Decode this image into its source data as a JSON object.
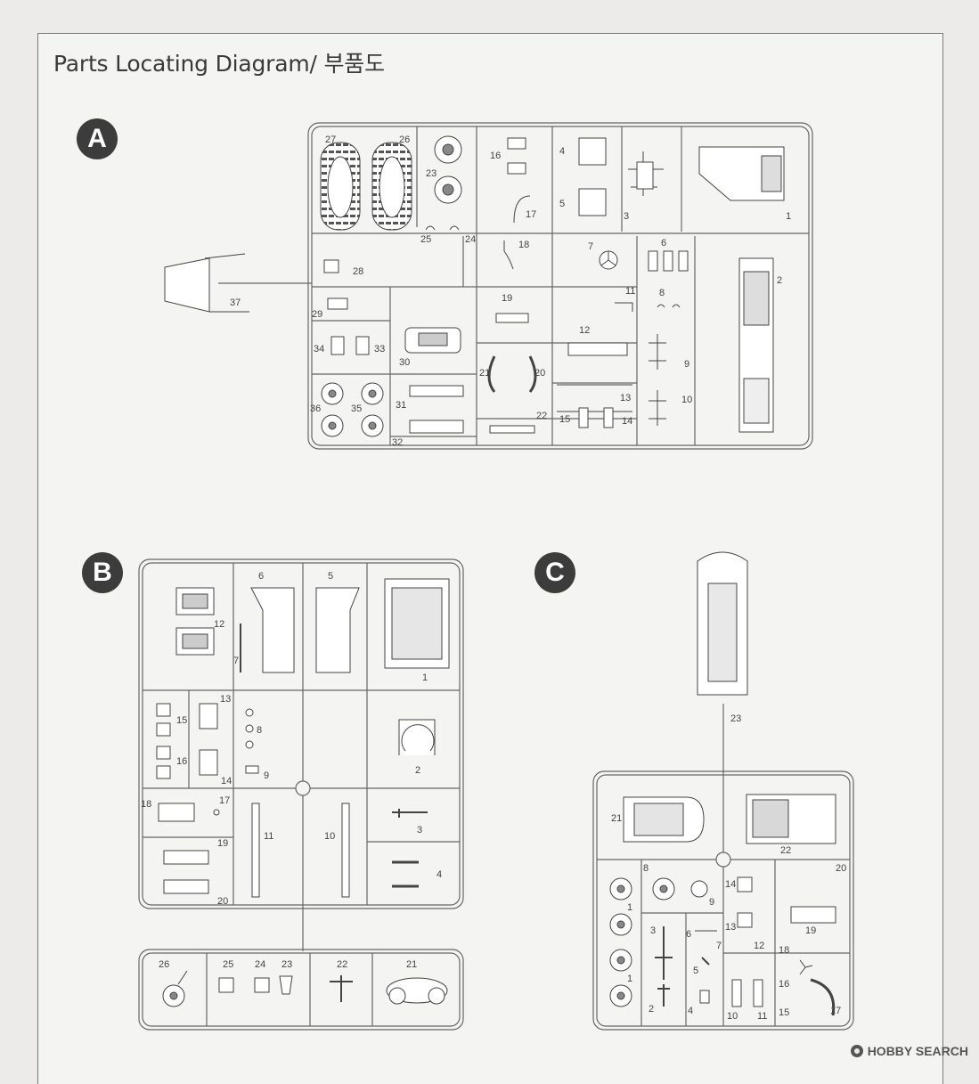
{
  "title": "Parts Locating Diagram/ 부품도",
  "sprues": {
    "a": {
      "letter": "A",
      "parts": [
        "27",
        "26",
        "23",
        "16",
        "4",
        "5",
        "17",
        "3",
        "1",
        "25",
        "24",
        "18",
        "7",
        "6",
        "28",
        "37",
        "2",
        "19",
        "11",
        "8",
        "29",
        "34",
        "33",
        "30",
        "12",
        "9",
        "21",
        "20",
        "13",
        "10",
        "36",
        "35",
        "31",
        "15",
        "14",
        "22",
        "32"
      ]
    },
    "b": {
      "letter": "B",
      "parts": [
        "6",
        "5",
        "12",
        "7",
        "1",
        "13",
        "15",
        "8",
        "16",
        "2",
        "14",
        "9",
        "18",
        "17",
        "19",
        "11",
        "10",
        "3",
        "4",
        "20",
        "26",
        "25",
        "24",
        "23",
        "22",
        "21"
      ]
    },
    "c": {
      "letter": "C",
      "parts": [
        "23",
        "21",
        "22",
        "8",
        "20",
        "14",
        "9",
        "13",
        "19",
        "1",
        "3",
        "6",
        "5",
        "7",
        "12",
        "18",
        "16",
        "15",
        "2",
        "4",
        "10",
        "11",
        "17"
      ]
    }
  },
  "watermark": {
    "icon": "hobby-search-logo-icon",
    "text": "HOBBY SEARCH"
  }
}
